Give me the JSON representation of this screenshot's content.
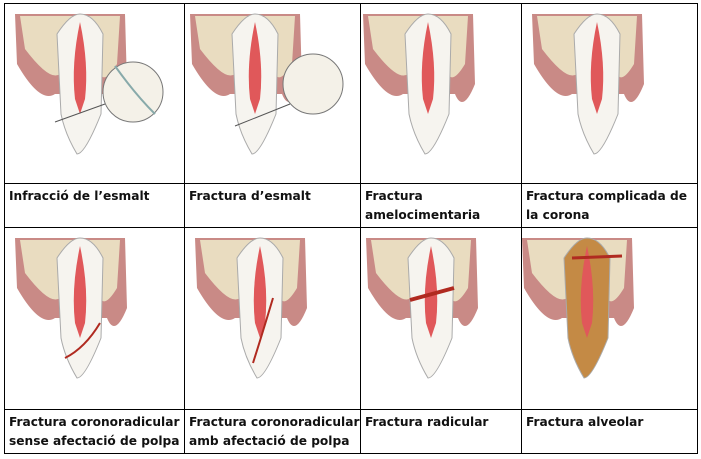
{
  "rows": [
    {
      "cells": [
        {
          "label": "Infracció de l’esmalt",
          "illustration": "tooth-enamel-infraction"
        },
        {
          "label": "Fractura d’esmalt",
          "illustration": "tooth-enamel-fracture"
        },
        {
          "label": "Fractura amelocimentaria",
          "illustration": "tooth-enamel-dentin-fracture"
        },
        {
          "label": "Fractura complicada de la corona",
          "illustration": "tooth-complicated-crown-fracture"
        }
      ]
    },
    {
      "cells": [
        {
          "label": "Fractura coronoradicular sense afectació de polpa",
          "illustration": "tooth-crown-root-fracture"
        },
        {
          "label": "Fractura coronoradicular amb afectació de polpa",
          "illustration": "tooth-crown-root-fracture-pulp"
        },
        {
          "label": "Fractura radicular",
          "illustration": "tooth-root-fracture"
        },
        {
          "label": "Fractura alveolar",
          "illustration": "tooth-alveolar-fracture"
        }
      ]
    }
  ],
  "colors": {
    "bone": "#e9dcc0",
    "gum": "#c98a86",
    "pulp": "#e0585a",
    "enamel": "#f6f4ef",
    "fracture": "#b02a20"
  }
}
